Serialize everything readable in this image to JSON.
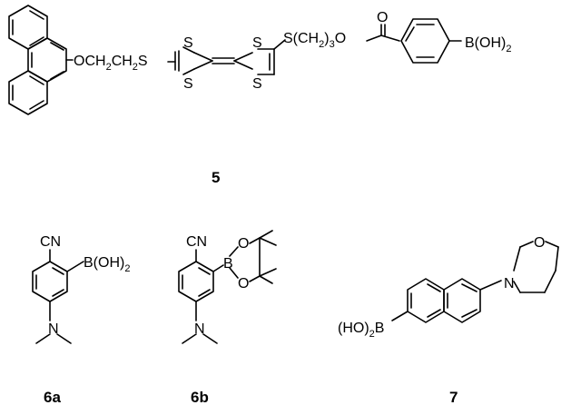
{
  "compounds": {
    "c5": {
      "label": "5",
      "anthryl_linker": {
        "p1": "OCH",
        "s1": "2",
        "p2": "CH",
        "s2": "2",
        "p3": "S"
      },
      "ring_atoms": [
        "S",
        "S",
        "S",
        "S"
      ],
      "ester_linker": {
        "p1": "S(CH",
        "s1": "2",
        "p2": ")",
        "s2": "3",
        "p3": "O"
      },
      "carbonyl_O": "O",
      "boronic": {
        "p1": "B(OH)",
        "s1": "2"
      }
    },
    "c6a": {
      "label": "6a",
      "nitrile": "CN",
      "boronic": {
        "p1": "B(OH)",
        "s1": "2"
      },
      "amine": "N"
    },
    "c6b": {
      "label": "6b",
      "nitrile": "CN",
      "boron": "B",
      "ring_O1": "O",
      "ring_O2": "O",
      "amine": "N"
    },
    "c7": {
      "label": "7",
      "boronic": {
        "p1": "(HO)",
        "s1": "2",
        "p2": "B"
      },
      "morpholine_O": "O",
      "morpholine_N": "N"
    }
  }
}
